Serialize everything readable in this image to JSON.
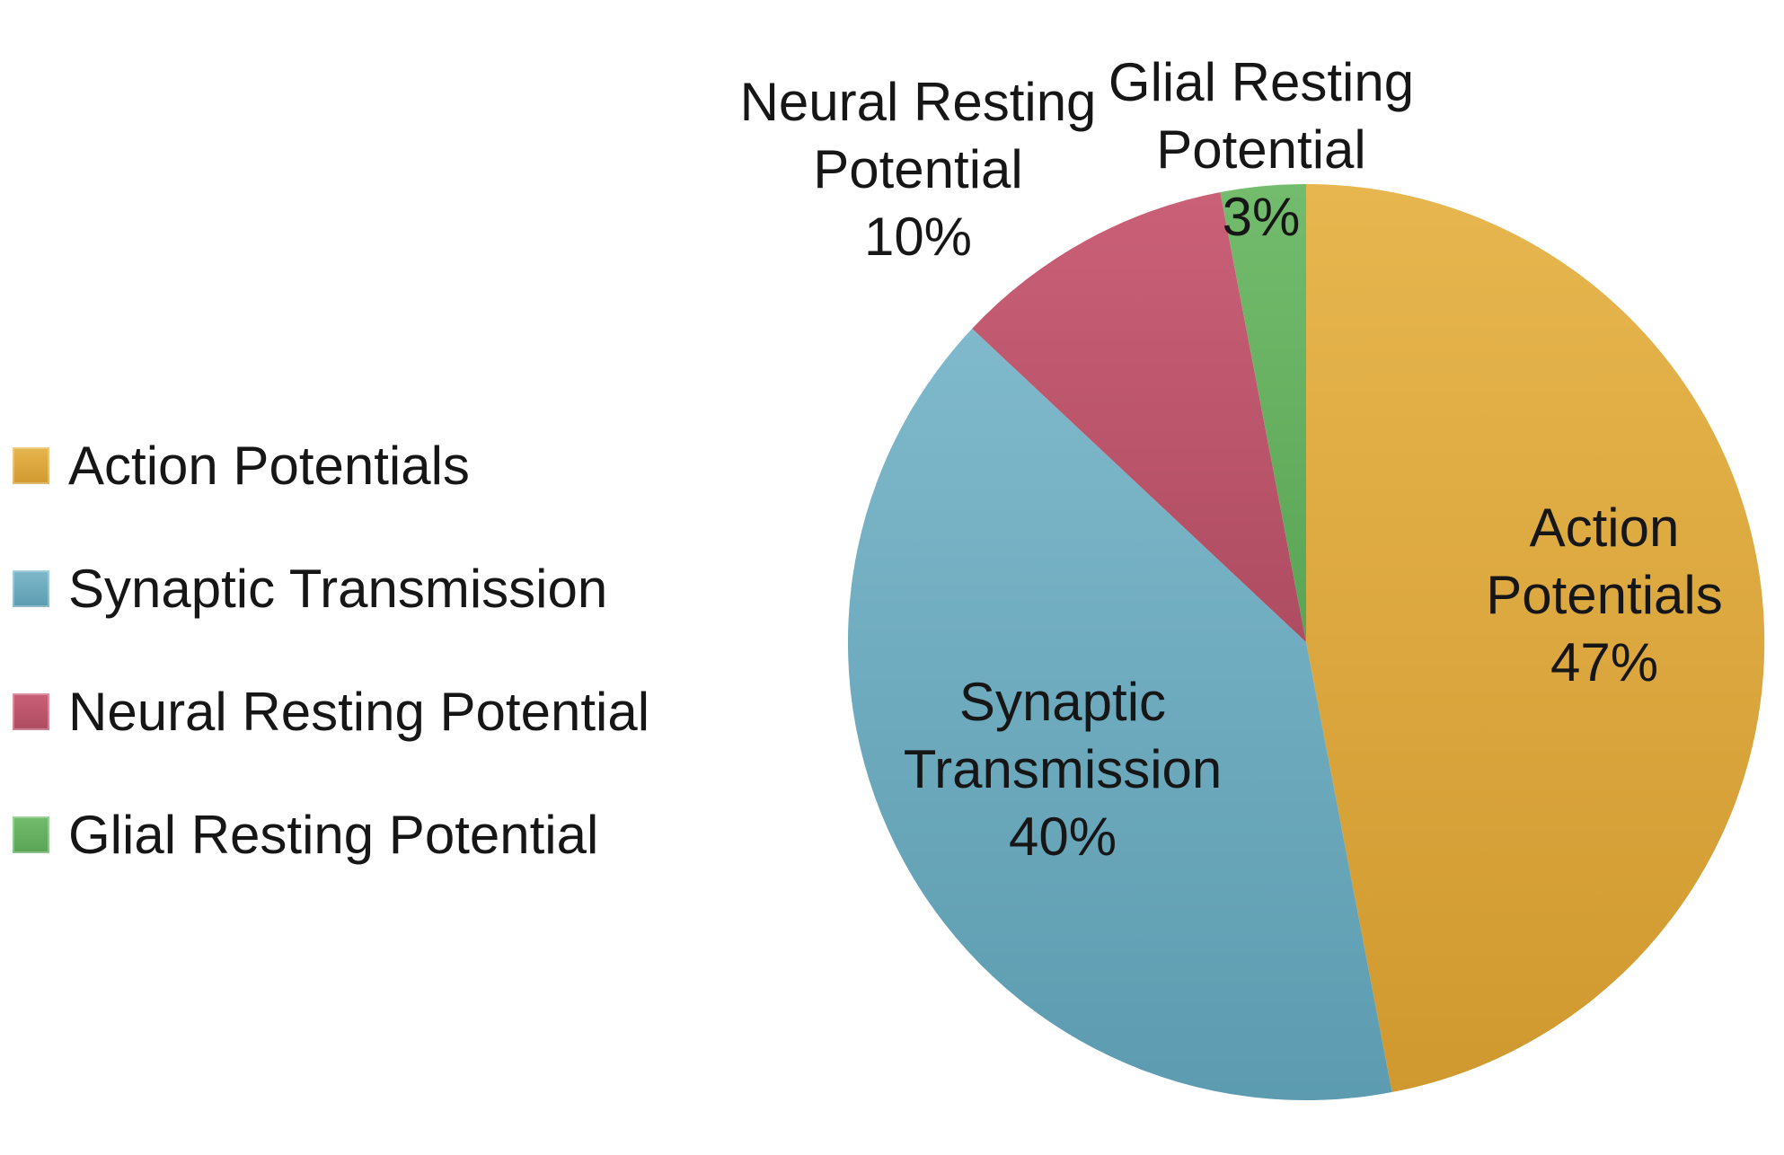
{
  "chart_data": {
    "type": "pie",
    "title": "",
    "categories": [
      "Action Potentials",
      "Synaptic Transmission",
      "Neural Resting Potential",
      "Glial Resting Potential"
    ],
    "values": [
      47,
      40,
      10,
      3
    ],
    "unit": "%",
    "start_angle_deg": 0,
    "direction": "clockwise",
    "grid": false,
    "legend_position": "left",
    "colors": [
      {
        "name": "gold",
        "light": "#E7B64E",
        "dark": "#D0992F"
      },
      {
        "name": "teal-blue",
        "light": "#7FB9CB",
        "dark": "#5C9BB0"
      },
      {
        "name": "rose-red",
        "light": "#CA6078",
        "dark": "#AE4C61"
      },
      {
        "name": "leaf-green",
        "light": "#74BC6D",
        "dark": "#5AA455"
      }
    ]
  },
  "legend": {
    "items": [
      {
        "label": "Action Potentials"
      },
      {
        "label": "Synaptic Transmission"
      },
      {
        "label": "Neural Resting Potential"
      },
      {
        "label": "Glial Resting Potential"
      }
    ]
  },
  "slice_labels": {
    "action": {
      "lines": [
        "Action",
        "Potentials",
        "47%"
      ]
    },
    "synaptic": {
      "lines": [
        "Synaptic",
        "Transmission",
        "40%"
      ]
    },
    "neural": {
      "lines": [
        "Neural Resting",
        "Potential",
        "10%"
      ]
    },
    "glial": {
      "lines": [
        "Glial Resting",
        "Potential",
        "3%"
      ]
    }
  }
}
